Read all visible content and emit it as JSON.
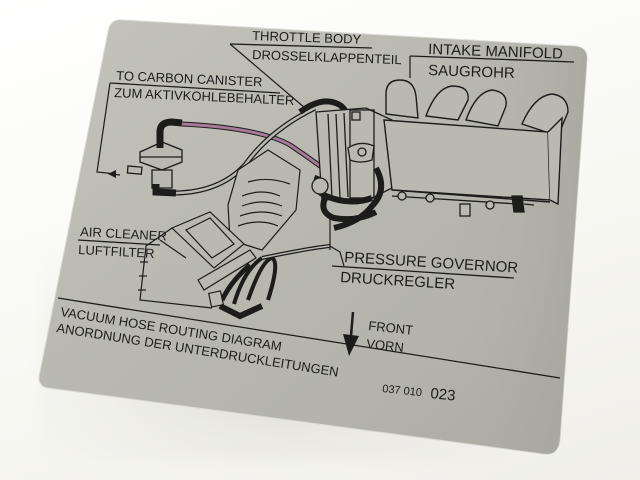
{
  "label": {
    "background_color": "#b9b9b2",
    "ink_color": "#1c1d1a",
    "hose_highlight_color": "#9a6f8c",
    "callouts": {
      "throttle_body_en": "THROTTLE BODY",
      "throttle_body_de": "DROSSELKLAPPENTEIL",
      "intake_manifold_en": "INTAKE MANIFOLD",
      "intake_manifold_de": "SAUGROHR",
      "carbon_canister_en": "TO CARBON CANISTER",
      "carbon_canister_de": "ZUM AKTIVKOHLEBEHALTER",
      "air_cleaner_en": "AIR CLEANER",
      "air_cleaner_de": "LUFTFILTER",
      "pressure_governor_en": "PRESSURE GOVERNOR",
      "pressure_governor_de": "DRUCKREGLER"
    },
    "footer": {
      "title_en": "VACUUM HOSE ROUTING DIAGRAM",
      "title_de": "ANORDNUNG DER UNTERDRUCKLEITUNGEN",
      "front_en": "FRONT",
      "front_de": "VORN",
      "part_number_prefix": "037 010",
      "part_number_suffix": "023"
    }
  }
}
